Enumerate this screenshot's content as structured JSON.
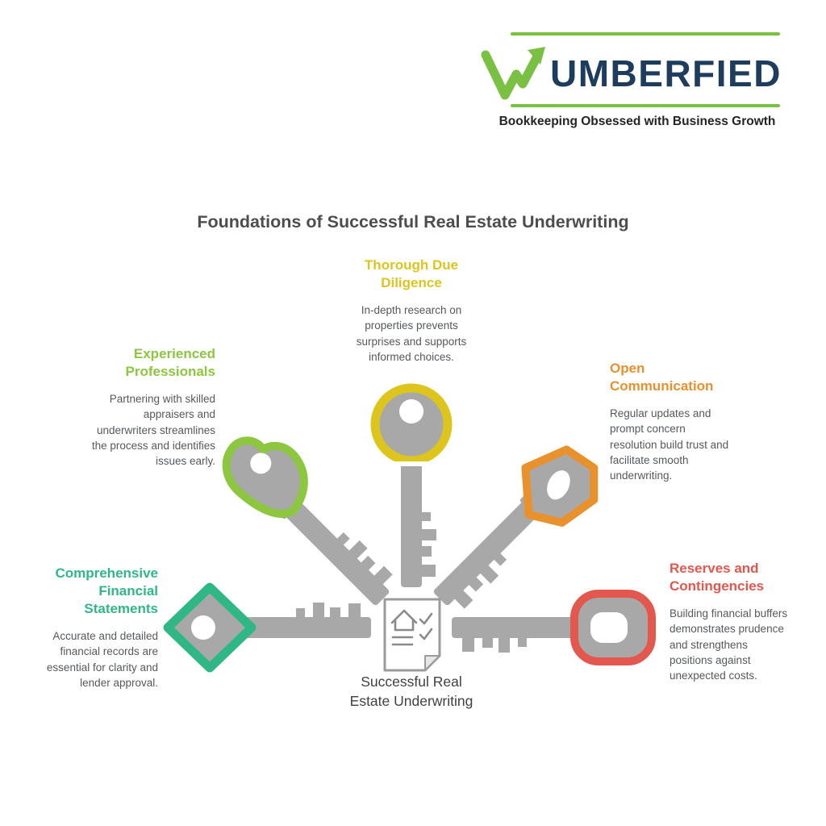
{
  "logo": {
    "brand": "UMBERFIED",
    "tagline": "Bookkeeping Obsessed with Business Growth",
    "colors": {
      "green": "#7ac143",
      "navy": "#1d3c5e"
    }
  },
  "title": "Foundations of Successful Real Estate Underwriting",
  "center": {
    "label": "Successful Real\nEstate Underwriting"
  },
  "items": [
    {
      "heading": "Thorough Due\nDiligence",
      "body": "In-depth research on properties prevents surprises and supports informed choices.",
      "color": "#ddc51e"
    },
    {
      "heading": "Experienced\nProfessionals",
      "body": "Partnering with skilled appraisers and underwriters streamlines the process and identifies issues early.",
      "color": "#8dc63f"
    },
    {
      "heading": "Open\nCommunication",
      "body": "Regular updates and prompt concern resolution build trust and facilitate smooth underwriting.",
      "color": "#e8912d"
    },
    {
      "heading": "Comprehensive\nFinancial\nStatements",
      "body": "Accurate and detailed financial records are essential for clarity and lender approval.",
      "color": "#2fb886"
    },
    {
      "heading": "Reserves and\nContingencies",
      "body": "Building financial buffers demonstrates prudence and strengthens positions against unexpected costs.",
      "color": "#e4574e"
    }
  ],
  "colors": {
    "key_gray": "#a8a8a8",
    "body_text": "#56595c",
    "title_text": "#4b4d4f"
  }
}
